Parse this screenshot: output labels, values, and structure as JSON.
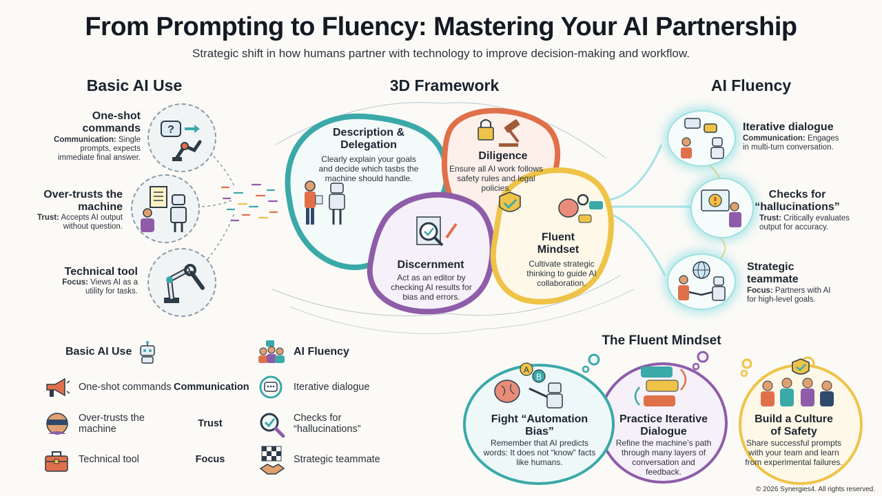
{
  "header": {
    "title": "From Prompting to Fluency: Mastering Your AI Partnership",
    "subtitle": "Strategic shift in how humans partner with technology to improve decision-making and workflow."
  },
  "columns": {
    "basic": "Basic AI Use",
    "framework": "3D Framework",
    "fluency": "AI Fluency"
  },
  "basic_items": [
    {
      "title": "One-shot commands",
      "label": "Communication:",
      "desc": "Single prompts, expects immediate final answer."
    },
    {
      "title": "Over-trusts the machine",
      "label": "Trust:",
      "desc": "Accepts AI output without question."
    },
    {
      "title": "Technical tool",
      "label": "Focus:",
      "desc": "Views AI as a utility for tasks."
    }
  ],
  "fluency_items": [
    {
      "title": "Iterative dialogue",
      "label": "Communication:",
      "desc": "Engages in multi-turn conversation."
    },
    {
      "title": "Checks for “hallucinations”",
      "label": "Trust:",
      "desc": "Critically evaluates output for accuracy."
    },
    {
      "title": "Strategic teammate",
      "label": "Focus:",
      "desc": "Partners with AI for high-level goals."
    }
  ],
  "framework": {
    "description": {
      "title": "Description & Delegation",
      "desc": "Clearly explain your goals and decide which tasbs the machine should handle."
    },
    "diligence": {
      "title": "Diligence",
      "desc": "Ensure all AI work follows safety rules and legal policies."
    },
    "discernment": {
      "title": "Discernment",
      "desc": "Act as an editor by checking AI results for bias and errors."
    },
    "fluent": {
      "title": "Fluent Mindset",
      "desc": "Cultivate strategic thinking to guide AI collaboration."
    }
  },
  "legend": {
    "left_head": "Basic AI Use",
    "right_head": "AI Fluency",
    "rows": [
      {
        "left": "One-shot commands",
        "mid": "Communication",
        "right": "Iterative dialogue"
      },
      {
        "left": "Over-trusts the machine",
        "mid": "Trust",
        "right": "Checks for “hallucinations”"
      },
      {
        "left": "Technical tool",
        "mid": "Focus",
        "right": "Strategic teammate"
      }
    ]
  },
  "fluent_mindset": {
    "heading": "The Fluent Mindset",
    "items": [
      {
        "title": "Fight “Automation Bias”",
        "desc": "Remember that AI predicts words: It does not “know” facts like humans."
      },
      {
        "title": "Practice Iterative Dialogue",
        "desc": "Refine the machine’s path through many layers of conversation and feedback."
      },
      {
        "title": "Build a Culture of Safety",
        "desc": "Share successful prompts with your team and learn from experimental failures."
      }
    ]
  },
  "icon_glyphs": {
    "question": "?",
    "ab_a": "A",
    "ab_b": "B"
  },
  "colors": {
    "teal": "#3aa9a8",
    "orange": "#e0704a",
    "purple": "#8e5ca8",
    "yellow": "#eec348",
    "glow": "#8fdde0"
  },
  "footer": "© 2026 Synergies4. All rights reserved."
}
